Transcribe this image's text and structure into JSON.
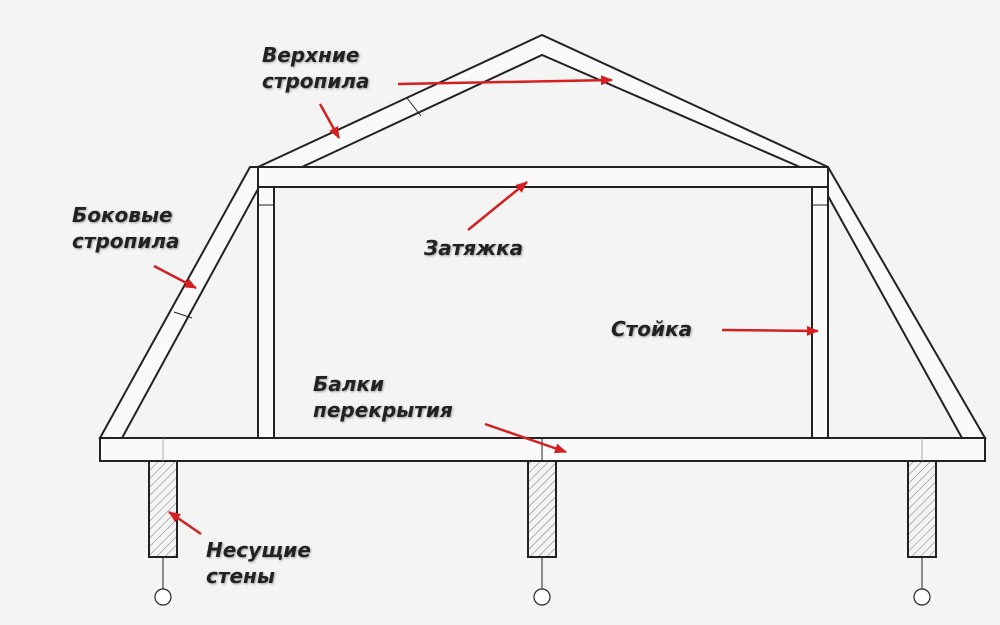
{
  "colors": {
    "arrow": "#d42020",
    "line": "#222222",
    "background": "#f4f4f4"
  },
  "labels": {
    "upper_rafters": {
      "line1": "Верхние",
      "line2": "стропила"
    },
    "side_rafters": {
      "line1": "Боковые",
      "line2": "стропила"
    },
    "tie_beam": "Затяжка",
    "post": "Стойка",
    "floor_beams": {
      "line1": "Балки",
      "line2": "перекрытия"
    },
    "bearing_walls": {
      "line1": "Несущие",
      "line2": "стены"
    }
  }
}
